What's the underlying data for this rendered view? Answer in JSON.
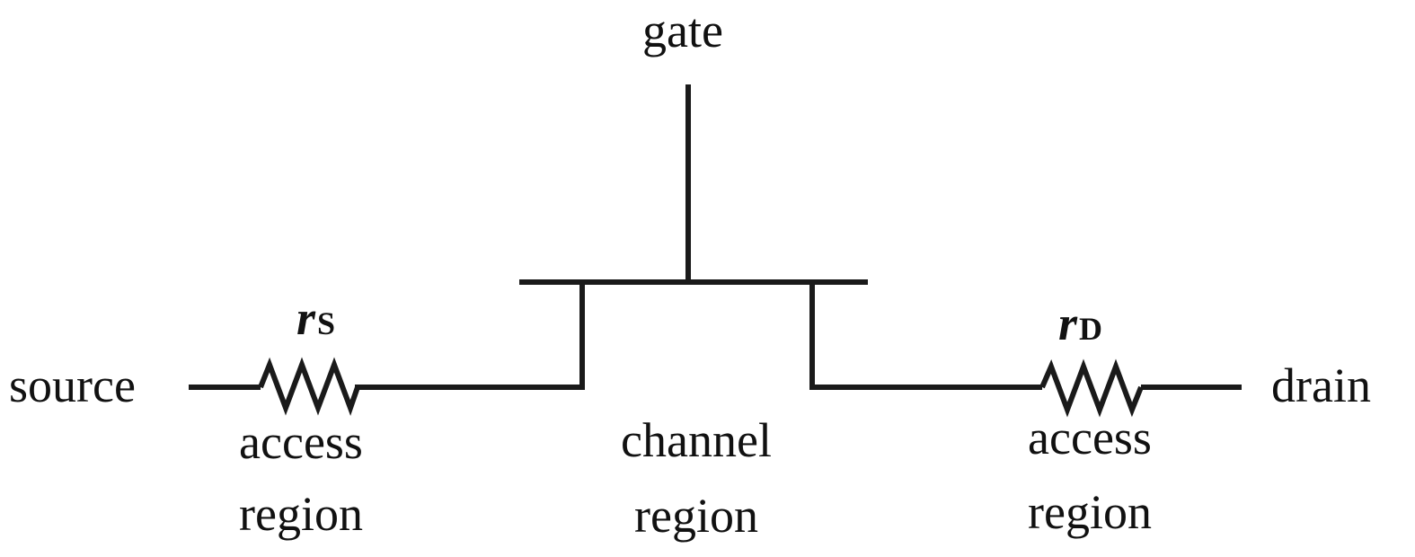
{
  "diagram": {
    "title": "Transistor access and channel regions equivalent circuit",
    "terminals": {
      "gate": "gate",
      "source": "source",
      "drain": "drain"
    },
    "resistors": {
      "source": {
        "symbol": "r",
        "subscript": "S"
      },
      "drain": {
        "symbol": "r",
        "subscript": "D"
      }
    },
    "regions": {
      "source_access": [
        "access",
        "region"
      ],
      "channel": [
        "channel",
        "region"
      ],
      "drain_access": [
        "access",
        "region"
      ]
    }
  }
}
